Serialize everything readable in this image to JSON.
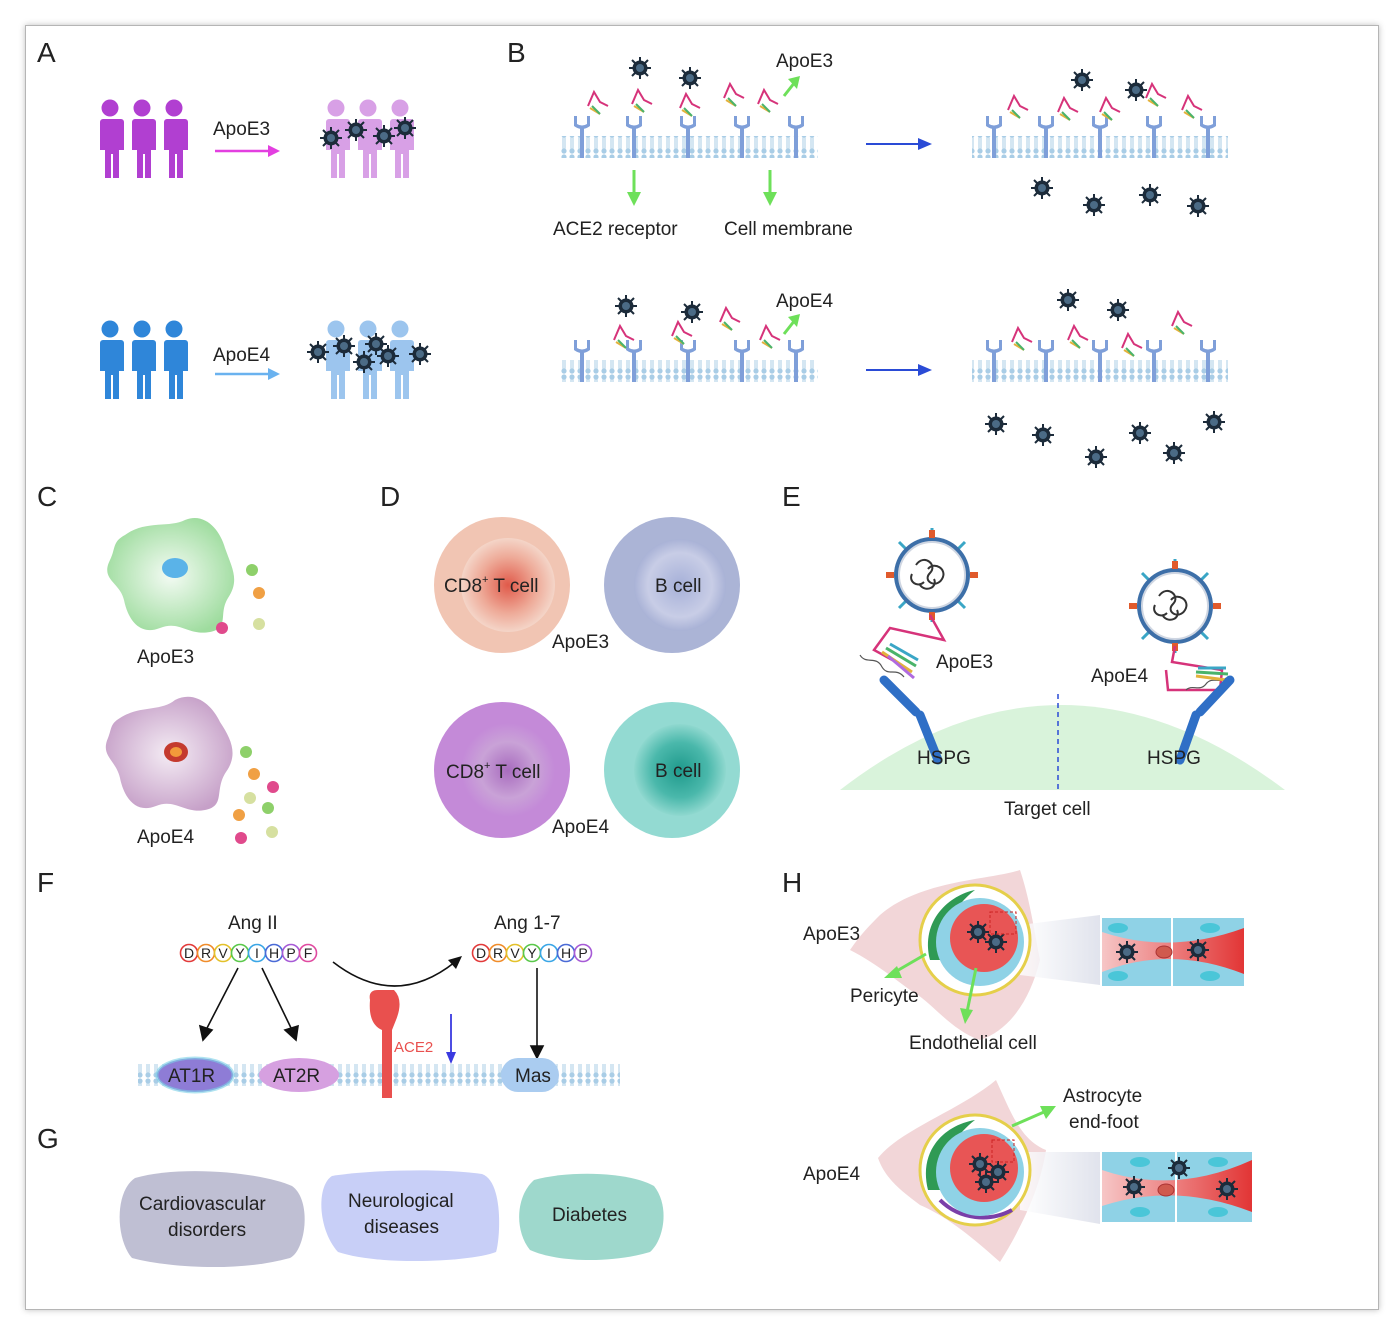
{
  "panels": {
    "A": {
      "letter": "A",
      "arrow_top": "ApoE3",
      "arrow_bottom": "ApoE4"
    },
    "B": {
      "letter": "B",
      "apoe3": "ApoE3",
      "apoe4": "ApoE4",
      "ace2_receptor": "ACE2 receptor",
      "cell_membrane": "Cell membrane"
    },
    "C": {
      "letter": "C",
      "top": "ApoE3",
      "bottom": "ApoE4"
    },
    "D": {
      "letter": "D",
      "cd8_top": "CD8",
      "cd8_top_suffix": " T cell",
      "bcell_top": "B cell",
      "apoe3": "ApoE3",
      "cd8_bottom": "CD8",
      "cd8_bottom_suffix": " T cell",
      "bcell_bottom": "B cell",
      "apoe4": "ApoE4",
      "plus": "+"
    },
    "E": {
      "letter": "E",
      "apoe3": "ApoE3",
      "apoe4": "ApoE4",
      "hspg_left": "HSPG",
      "hspg_right": "HSPG",
      "target_cell": "Target cell"
    },
    "F": {
      "letter": "F",
      "ang2": "Ang II",
      "ang17": "Ang 1-7",
      "ang2_residues": [
        "D",
        "R",
        "V",
        "Y",
        "I",
        "H",
        "P",
        "F"
      ],
      "ang17_residues": [
        "D",
        "R",
        "V",
        "Y",
        "I",
        "H",
        "P"
      ],
      "at1r": "AT1R",
      "at2r": "AT2R",
      "ace2": "ACE2",
      "mas": "Mas"
    },
    "G": {
      "letter": "G",
      "cardio_line1": "Cardiovascular",
      "cardio_line2": "disorders",
      "neuro_line1": "Neurological",
      "neuro_line2": "diseases",
      "diabetes": "Diabetes"
    },
    "H": {
      "letter": "H",
      "apoe3": "ApoE3",
      "apoe4": "ApoE4",
      "pericyte": "Pericyte",
      "endothelial": "Endothelial cell",
      "astro_line1": "Astrocyte",
      "astro_line2": "end-foot"
    }
  },
  "colors": {
    "apoe3_people": "#b13fd1",
    "apoe3_people_light": "#d8a0e6",
    "apoe4_people": "#2f86d9",
    "apoe4_people_light": "#9cc5ee",
    "membrane": "#a9cde6",
    "receptor": "#7f9fd9",
    "green_arrow": "#6ee05a",
    "blue_arrow": "#2a4bd6",
    "virus": "#1c2b3a"
  }
}
